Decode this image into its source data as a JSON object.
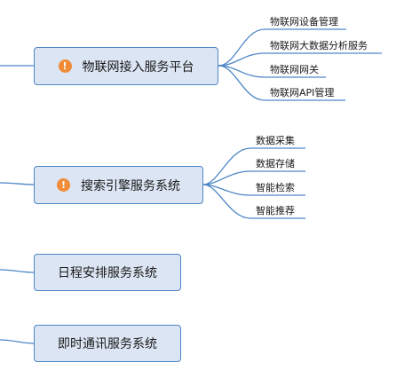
{
  "nodes": [
    {
      "label": "物联网接入服务平台",
      "warning": true,
      "warning_icon": "!",
      "children": [
        "物联网设备管理",
        "物联网大数据分析服务",
        "物联网网关",
        "物联网API管理"
      ]
    },
    {
      "label": "搜索引擎服务系统",
      "warning": true,
      "warning_icon": "!",
      "children": [
        "数据采集",
        "数据存储",
        "智能检索",
        "智能推荐"
      ]
    },
    {
      "label": "日程安排服务系统",
      "warning": false,
      "children": []
    },
    {
      "label": "即时通讯服务系统",
      "warning": false,
      "children": []
    }
  ],
  "colors": {
    "node_fill": "#dbe5f3",
    "node_border": "#4e86c6",
    "connector": "#4e86c6",
    "warning": "#f08c38"
  }
}
